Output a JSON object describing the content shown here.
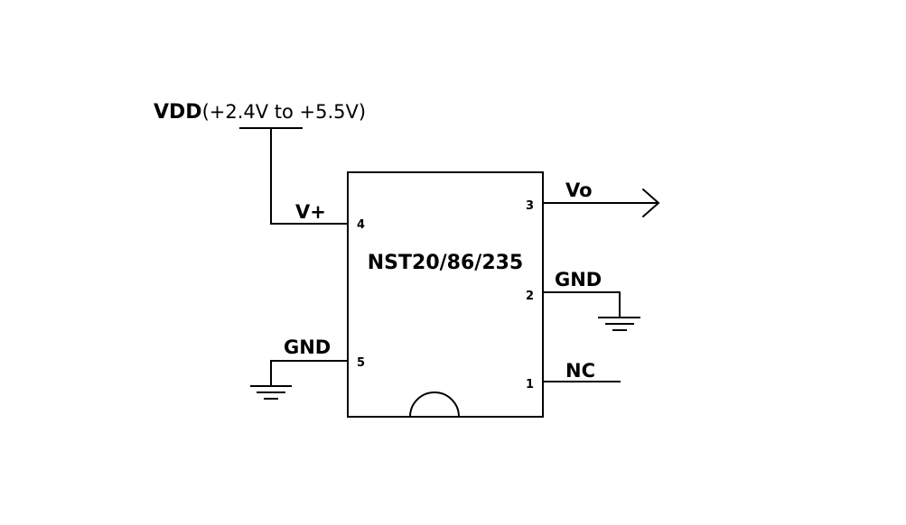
{
  "supply": {
    "name": "VDD",
    "range": "(+2.4V to +5.5V)"
  },
  "chip": {
    "part_number": "NST20/86/235"
  },
  "pins": {
    "p1": {
      "number": "1",
      "label": "NC"
    },
    "p2": {
      "number": "2",
      "label": "GND"
    },
    "p3": {
      "number": "3",
      "label": "Vo"
    },
    "p4": {
      "number": "4",
      "label": "V+"
    },
    "p5": {
      "number": "5",
      "label": "GND"
    }
  },
  "colors": {
    "line": "#000000",
    "background": "#ffffff"
  }
}
